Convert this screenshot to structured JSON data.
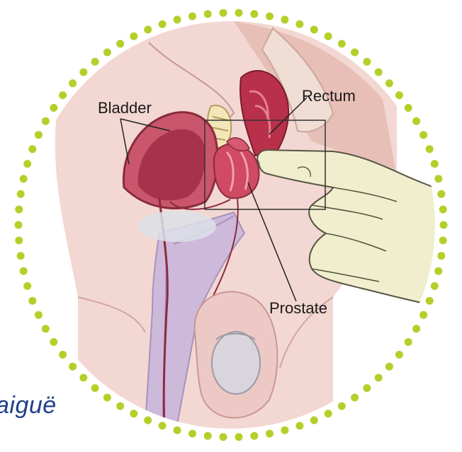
{
  "labels": {
    "bladder": "Bladder",
    "rectum": "Rectum",
    "prostate": "Prostate"
  },
  "caption": "aiguë",
  "colors": {
    "dot_border": "#b5cf2a",
    "skin": "#f3d7d2",
    "skin_shadow": "#e7bfb7",
    "bladder": "#c9566a",
    "bladder_inner": "#a8324b",
    "rectum": "#b8304a",
    "prostate": "#cf4a62",
    "bone": "#f3e6b8",
    "urethra_purple": "#cdb9d9",
    "testis": "#d8d6dc",
    "glove": "#f1eecd",
    "glove_line": "#555544",
    "caption": "#1f3f8a"
  },
  "icons": {
    "examining_hand": "gloved-finger-icon"
  }
}
